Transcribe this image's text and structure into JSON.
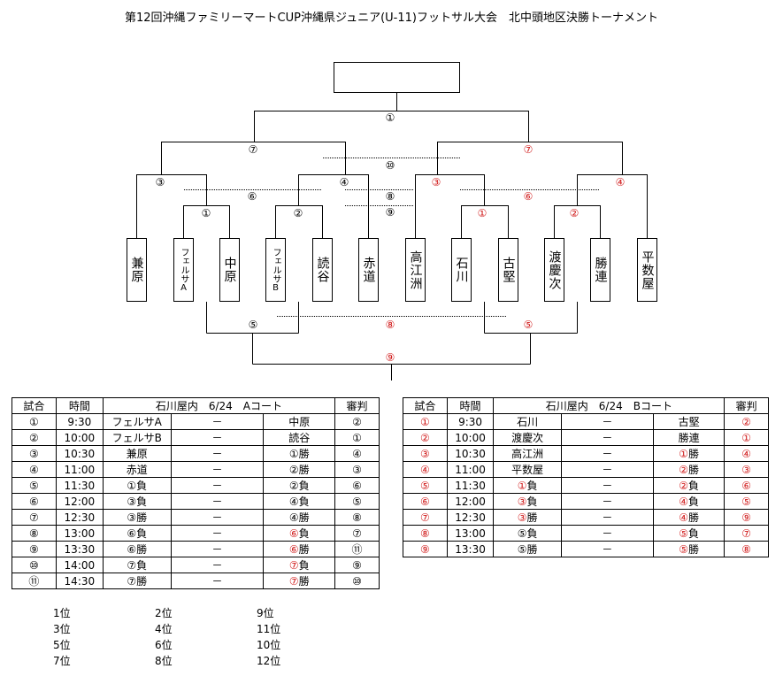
{
  "title": "第12回沖縄ファミリーマートCUP沖縄県ジュニア(U-11)フットサル大会　北中頭地区決勝トーナメント",
  "colors": {
    "red": "#d01818",
    "black": "#000000"
  },
  "bracket": {
    "teams": [
      "兼原",
      "フェルサA",
      "中原",
      "フェルサB",
      "読谷",
      "赤道",
      "高江洲",
      "石川",
      "古堅",
      "渡慶次",
      "勝連",
      "平数屋"
    ],
    "labels": {
      "final": "①",
      "a7": "⑦",
      "b7": "⑦",
      "a10": "⑩",
      "a3": "③",
      "a4": "④",
      "b3": "③",
      "b4": "④",
      "a6": "⑥",
      "a8": "⑧",
      "b6": "⑥",
      "a9": "⑨",
      "a1": "①",
      "a2": "②",
      "b1": "①",
      "b2": "②",
      "a5": "⑤",
      "b8": "⑧",
      "b5": "⑤",
      "b9": "⑨"
    }
  },
  "table_a": {
    "headers": [
      "試合",
      "時間",
      "石川屋内　6/24　Aコート",
      "審判"
    ],
    "rows": [
      {
        "no": "①",
        "time": "9:30",
        "home": {
          "m": "",
          "t": "フェルサA"
        },
        "vs": "－",
        "away": {
          "m": "",
          "t": "中原"
        },
        "ref": "②"
      },
      {
        "no": "②",
        "time": "10:00",
        "home": {
          "m": "",
          "t": "フェルサB"
        },
        "vs": "－",
        "away": {
          "m": "",
          "t": "読谷"
        },
        "ref": "①"
      },
      {
        "no": "③",
        "time": "10:30",
        "home": {
          "m": "",
          "t": "兼原"
        },
        "vs": "－",
        "away": {
          "m": "①",
          "t": "勝"
        },
        "ref": "④"
      },
      {
        "no": "④",
        "time": "11:00",
        "home": {
          "m": "",
          "t": "赤道"
        },
        "vs": "－",
        "away": {
          "m": "②",
          "t": "勝"
        },
        "ref": "③"
      },
      {
        "no": "⑤",
        "time": "11:30",
        "home": {
          "m": "①",
          "t": "負"
        },
        "vs": "－",
        "away": {
          "m": "②",
          "t": "負"
        },
        "ref": "⑥"
      },
      {
        "no": "⑥",
        "time": "12:00",
        "home": {
          "m": "③",
          "t": "負"
        },
        "vs": "－",
        "away": {
          "m": "④",
          "t": "負"
        },
        "ref": "⑤"
      },
      {
        "no": "⑦",
        "time": "12:30",
        "home": {
          "m": "③",
          "t": "勝"
        },
        "vs": "－",
        "away": {
          "m": "④",
          "t": "勝"
        },
        "ref": "⑧"
      },
      {
        "no": "⑧",
        "time": "13:00",
        "home": {
          "m": "⑥",
          "t": "負"
        },
        "vs": "－",
        "away": {
          "m": "⑥",
          "t": "負",
          "red": true
        },
        "ref": "⑦"
      },
      {
        "no": "⑨",
        "time": "13:30",
        "home": {
          "m": "⑥",
          "t": "勝"
        },
        "vs": "－",
        "away": {
          "m": "⑥",
          "t": "勝",
          "red": true
        },
        "ref": "⑪"
      },
      {
        "no": "⑩",
        "time": "14:00",
        "home": {
          "m": "⑦",
          "t": "負"
        },
        "vs": "－",
        "away": {
          "m": "⑦",
          "t": "負",
          "red": true
        },
        "ref": "⑨"
      },
      {
        "no": "⑪",
        "time": "14:30",
        "home": {
          "m": "⑦",
          "t": "勝"
        },
        "vs": "－",
        "away": {
          "m": "⑦",
          "t": "勝",
          "red": true
        },
        "ref": "⑩"
      }
    ]
  },
  "table_b": {
    "headers": [
      "試合",
      "時間",
      "石川屋内　6/24　Bコート",
      "審判"
    ],
    "rows": [
      {
        "no": "①",
        "time": "9:30",
        "home": {
          "m": "",
          "t": "石川"
        },
        "vs": "－",
        "away": {
          "m": "",
          "t": "古堅"
        },
        "ref": "②"
      },
      {
        "no": "②",
        "time": "10:00",
        "home": {
          "m": "",
          "t": "渡慶次"
        },
        "vs": "－",
        "away": {
          "m": "",
          "t": "勝連"
        },
        "ref": "①"
      },
      {
        "no": "③",
        "time": "10:30",
        "home": {
          "m": "",
          "t": "高江洲"
        },
        "vs": "－",
        "away": {
          "m": "①",
          "t": "勝",
          "red": true
        },
        "ref": "④"
      },
      {
        "no": "④",
        "time": "11:00",
        "home": {
          "m": "",
          "t": "平数屋"
        },
        "vs": "－",
        "away": {
          "m": "②",
          "t": "勝",
          "red": true
        },
        "ref": "③"
      },
      {
        "no": "⑤",
        "time": "11:30",
        "home": {
          "m": "①",
          "t": "負",
          "red": true
        },
        "vs": "－",
        "away": {
          "m": "②",
          "t": "負",
          "red": true
        },
        "ref": "⑥"
      },
      {
        "no": "⑥",
        "time": "12:00",
        "home": {
          "m": "③",
          "t": "負",
          "red": true
        },
        "vs": "－",
        "away": {
          "m": "④",
          "t": "負",
          "red": true
        },
        "ref": "⑤"
      },
      {
        "no": "⑦",
        "time": "12:30",
        "home": {
          "m": "③",
          "t": "勝",
          "red": true
        },
        "vs": "－",
        "away": {
          "m": "④",
          "t": "勝",
          "red": true
        },
        "ref": "⑨"
      },
      {
        "no": "⑧",
        "time": "13:00",
        "home": {
          "m": "⑤",
          "t": "負"
        },
        "vs": "－",
        "away": {
          "m": "⑤",
          "t": "負",
          "red": true
        },
        "ref": "⑦"
      },
      {
        "no": "⑨",
        "time": "13:30",
        "home": {
          "m": "⑤",
          "t": "勝"
        },
        "vs": "－",
        "away": {
          "m": "⑤",
          "t": "勝",
          "red": true
        },
        "ref": "⑧"
      }
    ]
  },
  "rankings": [
    [
      "1位",
      "2位",
      "9位"
    ],
    [
      "3位",
      "4位",
      "11位"
    ],
    [
      "5位",
      "6位",
      "10位"
    ],
    [
      "7位",
      "8位",
      "12位"
    ]
  ]
}
